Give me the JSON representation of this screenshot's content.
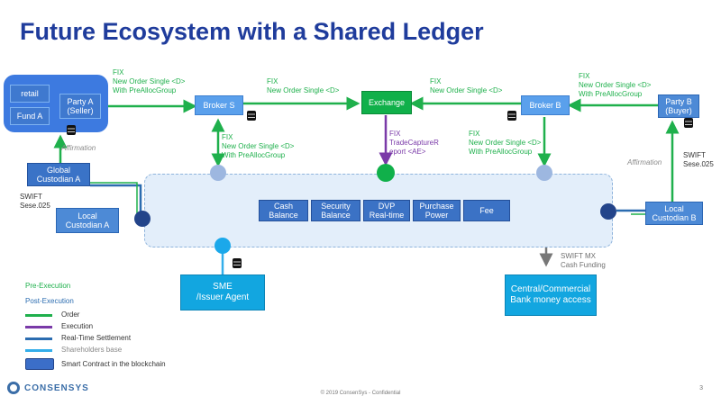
{
  "title": "Future Ecosystem with a Shared Ledger",
  "nodes": {
    "retail": "retail",
    "fund_a": "Fund A",
    "party_a": "Party A\n(Seller)",
    "global_custodian_a": "Global\nCustodian A",
    "local_custodian_a": "Local\nCustodian A",
    "broker_s": "Broker S",
    "exchange": "Exchange",
    "broker_b": "Broker  B",
    "party_b": "Party B\n(Buyer)",
    "local_custodian_b": "Local\nCustodian B",
    "sme": "SME\n/Issuer Agent",
    "central_bank": "Central/Commercial\nBank money access"
  },
  "ledger_items": [
    "Cash\nBalance",
    "Security\nBalance",
    "DVP\nReal-time",
    "Purchase\nPower",
    "Fee"
  ],
  "labels": {
    "fix_party_a_broker_s": "FIX\nNew Order Single <D>\nWith PreAllocGroup",
    "fix_broker_s_exchange": "FIX\nNew Order Single <D>",
    "fix_broker_b_exchange": "FIX\nNew Order Single <D>",
    "fix_party_b_broker_b": "FIX\nNew Order Single <D>\nWith PreAllocGroup",
    "fix_broker_s_ledger": "FIX\nNew Order Single <D>\nWith PreAllocGroup",
    "fix_broker_b_ledger": "FIX\nNew Order Single <D>\nWith PreAllocGroup",
    "fix_exchange_ledger": "FIX\nTradeCaptureR\neport <AE>",
    "affirmation_a": "Affirmation",
    "affirmation_b": "Affirmation",
    "swift_a": "SWIFT\nSese.025",
    "swift_b": "SWIFT\nSese.025",
    "swift_mx": "SWIFT MX\nCash Funding"
  },
  "legend": {
    "pre_execution": "Pre-Execution",
    "post_execution": "Post-Execution",
    "items": [
      {
        "label": "Order",
        "color": "#1fb04c"
      },
      {
        "label": "Execution",
        "color": "#7a3aa8"
      },
      {
        "label": "Real-Time Settlement",
        "color": "#2b6cb0"
      },
      {
        "label": "Shareholders base",
        "color": "#33aeea"
      },
      {
        "label": "Smart Contract in the blockchain",
        "color": "#3b6ec8"
      }
    ]
  },
  "footer": {
    "logo_text": "CONSENSYS",
    "copyright": "© 2019 ConsenSys - Confidential",
    "page_number": "3"
  },
  "colors": {
    "order": "#1fb04c",
    "execution": "#7a3aa8",
    "settlement": "#2b6cb0",
    "shareholders": "#33aeea",
    "title": "#1f3c9c"
  }
}
